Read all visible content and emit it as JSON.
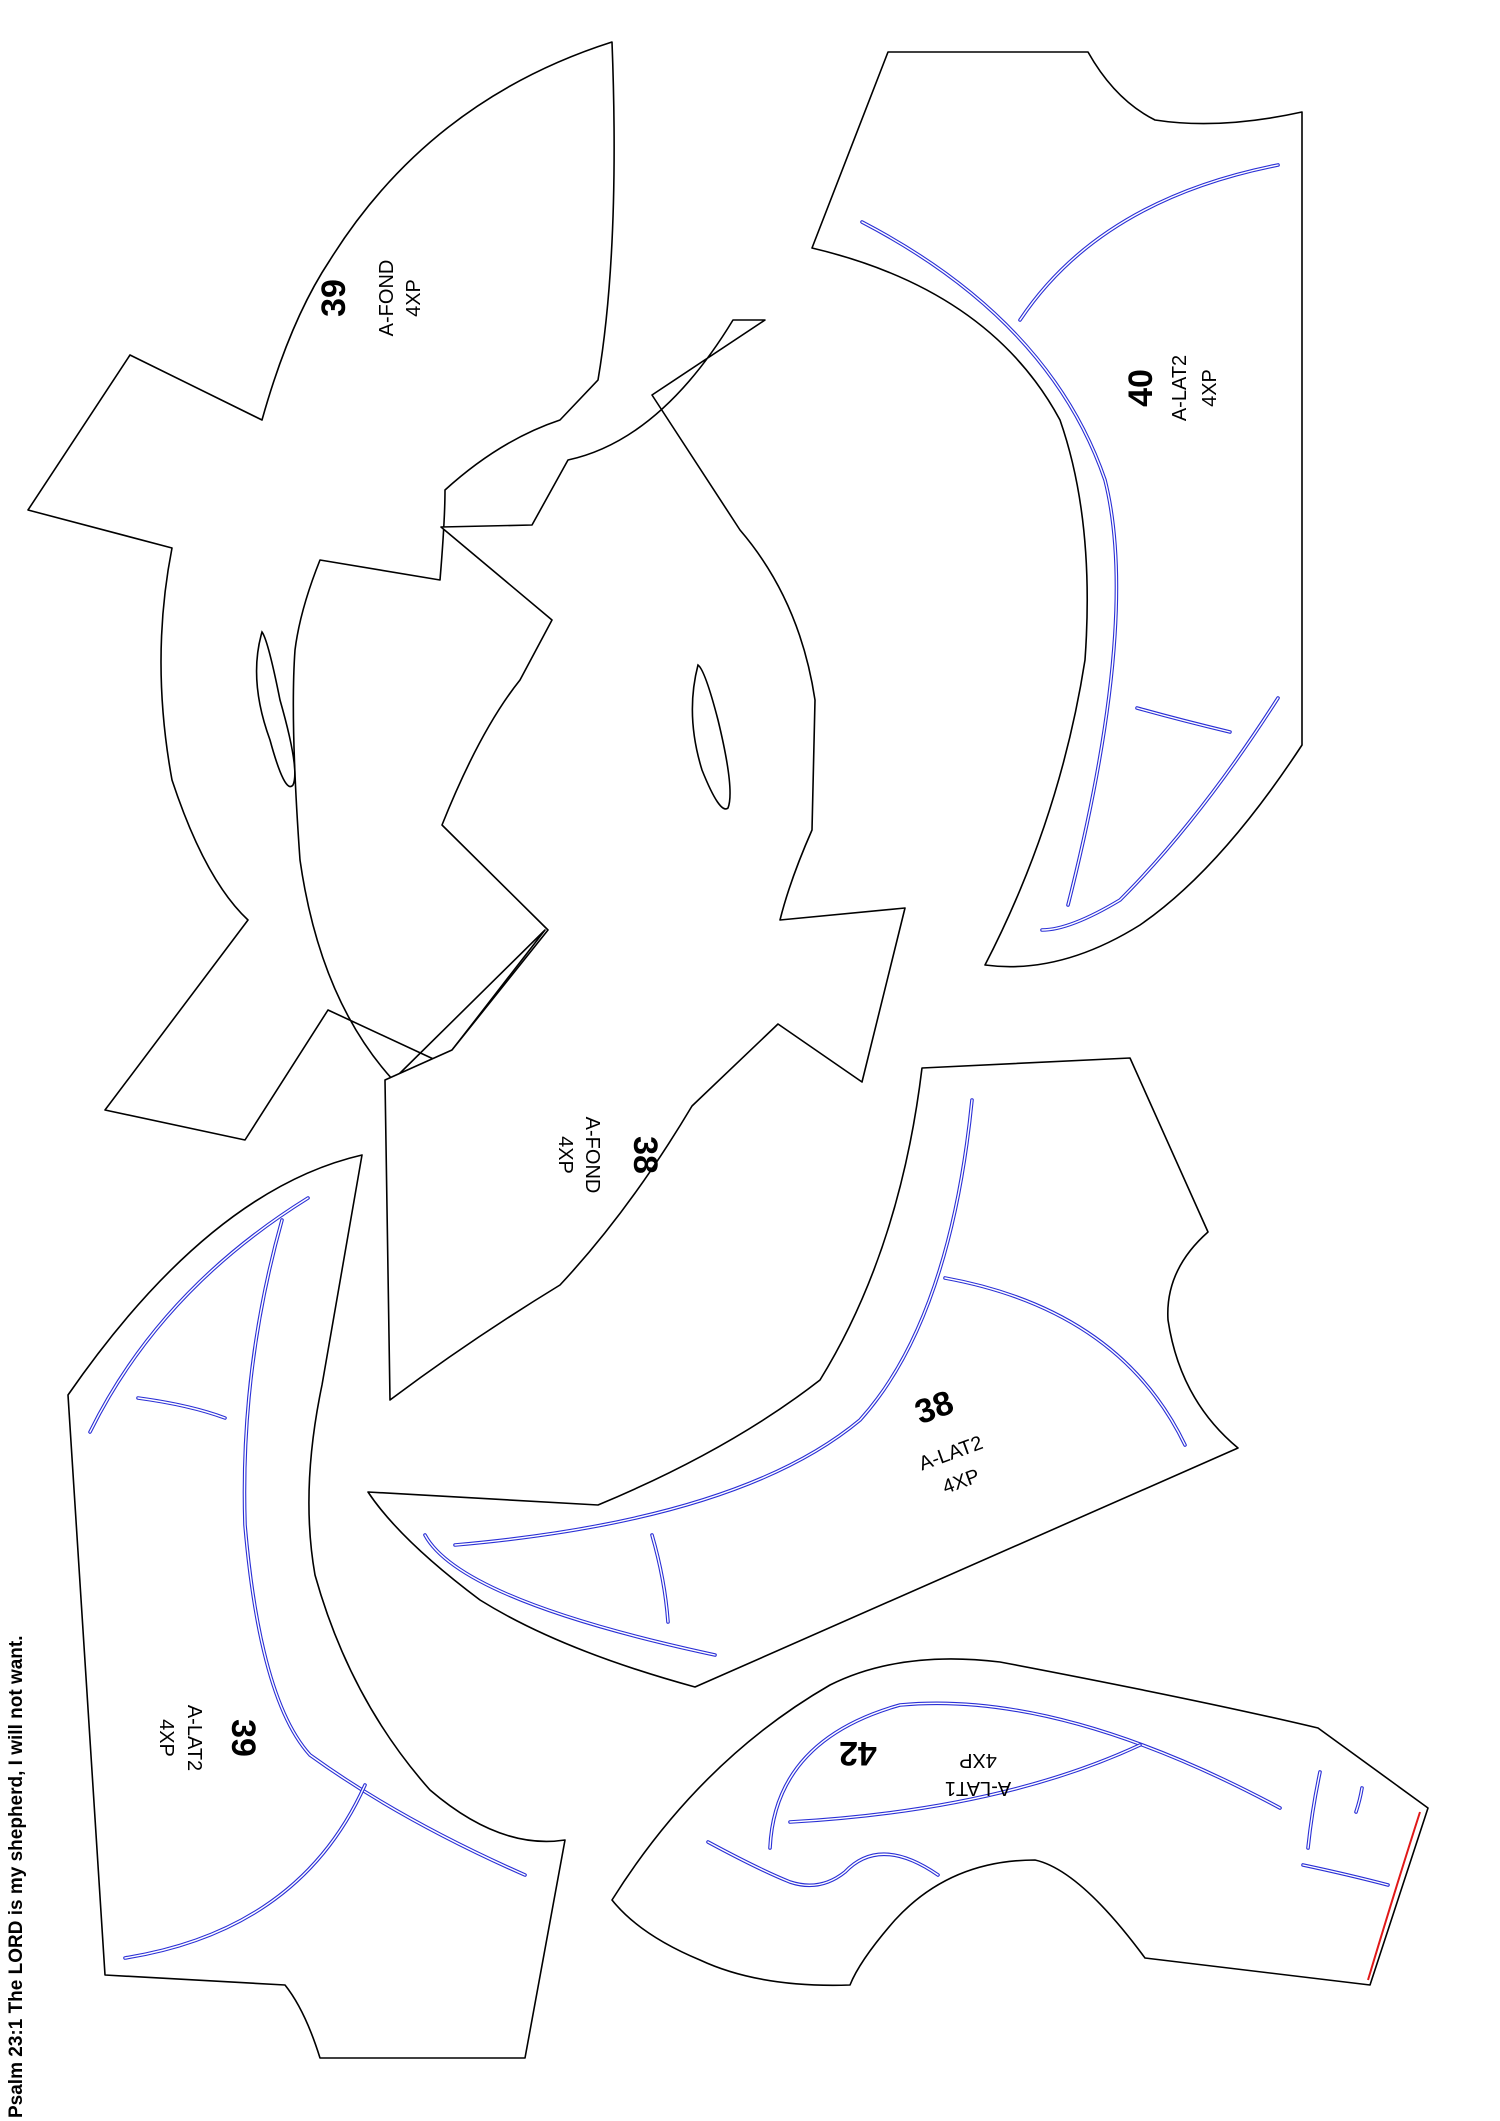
{
  "footer": {
    "quote": "Psalm 23:1 The LORD is my shepherd, I will not want."
  },
  "pieces": {
    "p39_fond": {
      "number": "39",
      "name": "A-FOND",
      "qty": "4XP"
    },
    "p38_fond": {
      "number": "38",
      "name": "A-FOND",
      "qty": "4XP"
    },
    "p40_lat2": {
      "number": "40",
      "name": "A-LAT2",
      "qty": "4XP"
    },
    "p39_lat2": {
      "number": "39",
      "name": "A-LAT2",
      "qty": "4XP"
    },
    "p38_lat2": {
      "number": "38",
      "name": "A-LAT2",
      "qty": "4XP"
    },
    "p42_lat1": {
      "number": "42",
      "name": "A-LAT1",
      "qty": "4XP"
    }
  },
  "colors": {
    "outline": "#000000",
    "slot": "#2a2fd6",
    "seam": "#e01818",
    "background": "#ffffff"
  }
}
